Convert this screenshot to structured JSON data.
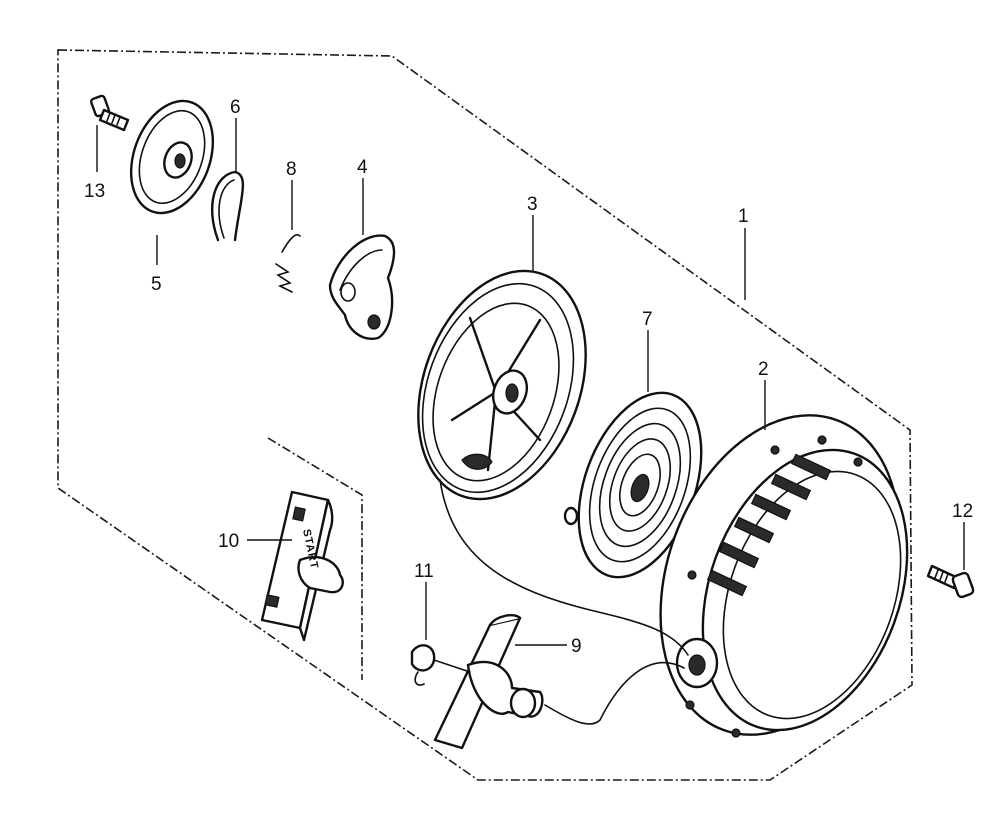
{
  "callouts": {
    "c1": "1",
    "c2": "2",
    "c3": "3",
    "c4": "4",
    "c5": "5",
    "c6": "6",
    "c7": "7",
    "c8": "8",
    "c9": "9",
    "c10": "10",
    "c11": "11",
    "c12": "12",
    "c13": "13"
  },
  "handle_imprint": "START"
}
